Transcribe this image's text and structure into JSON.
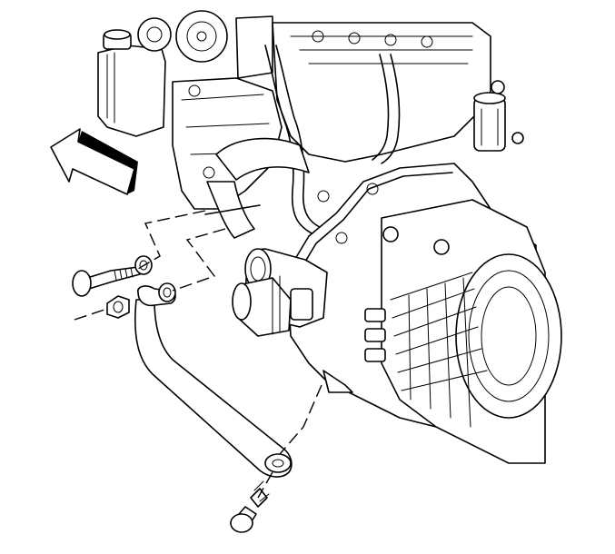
{
  "diagram": {
    "view": "exploded",
    "components": [
      {
        "name": "engine-block",
        "icon": "engine-icon"
      },
      {
        "name": "transmission",
        "icon": "transmission-icon"
      },
      {
        "name": "starter-motor",
        "icon": "starter-icon"
      },
      {
        "name": "brace-rod",
        "icon": "brace-icon"
      },
      {
        "name": "upper-bolt",
        "icon": "bolt-icon"
      },
      {
        "name": "nut",
        "icon": "nut-icon"
      },
      {
        "name": "washer",
        "icon": "washer-icon"
      },
      {
        "name": "lower-bolt",
        "icon": "bolt-icon"
      }
    ],
    "direction_arrow": {
      "icon": "front-direction-arrow-icon",
      "pointing": "front-left"
    },
    "line_color": "#000000",
    "background_color": "#ffffff"
  }
}
